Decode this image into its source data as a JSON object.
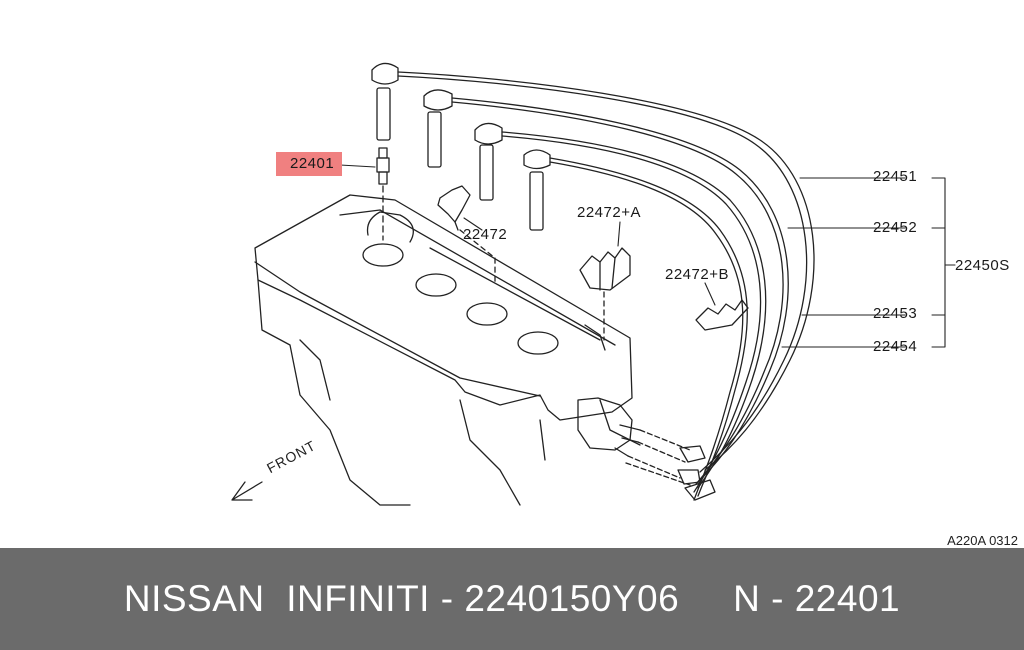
{
  "diagram": {
    "part_labels": {
      "spark_plug": "22401",
      "wire_clip": "22472",
      "wire_clip_a": "22472+A",
      "wire_clip_b": "22472+B",
      "wire_1": "22451",
      "wire_2": "22452",
      "wire_3": "22453",
      "wire_4": "22454",
      "wire_set": "22450S"
    },
    "front_label": "FRONT",
    "figure_code": "A220A 0312",
    "highlight_color": "#f08080"
  },
  "footer": {
    "text": "NISSAN  INFINITI - 2240150Y06     N - 22401",
    "background": "#6b6b6b"
  }
}
